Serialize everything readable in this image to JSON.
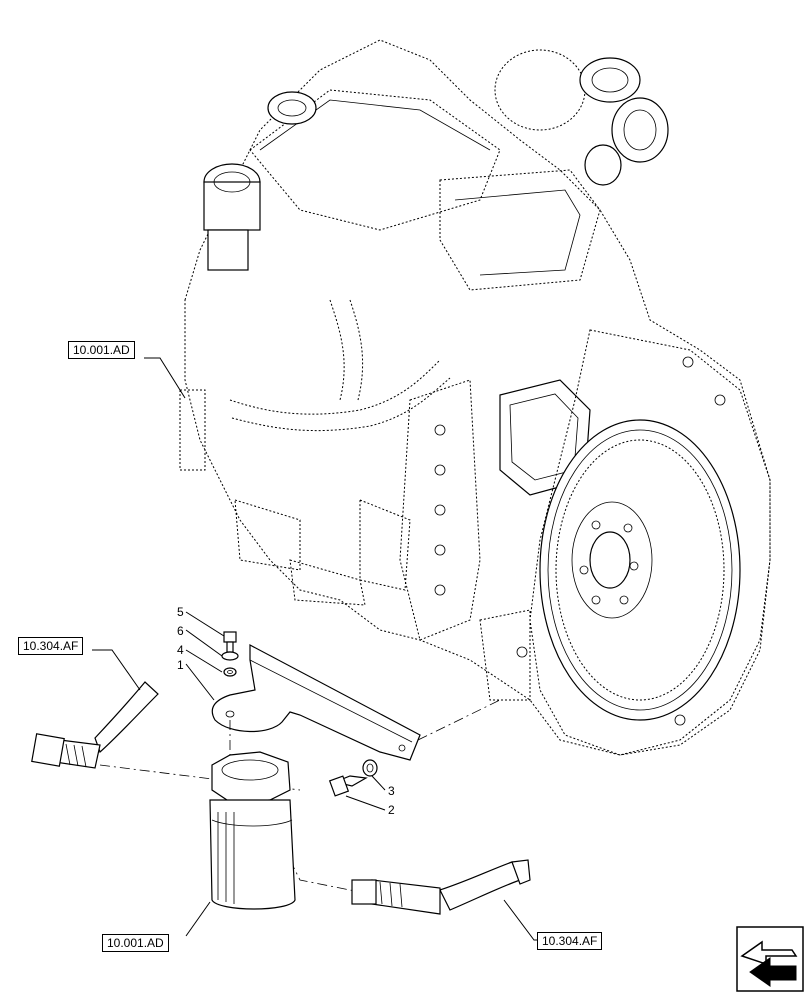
{
  "references": {
    "engine_upper_left": "10.001.AD",
    "hose_left": "10.304.AF",
    "filter_bottom": "10.001.AD",
    "hose_bottom_right": "10.304.AF"
  },
  "callouts": {
    "c5": "5",
    "c6": "6",
    "c4": "4",
    "c1": "1",
    "c3": "3",
    "c2": "2"
  },
  "navigation": {
    "icon": "arrow-left-icon"
  }
}
